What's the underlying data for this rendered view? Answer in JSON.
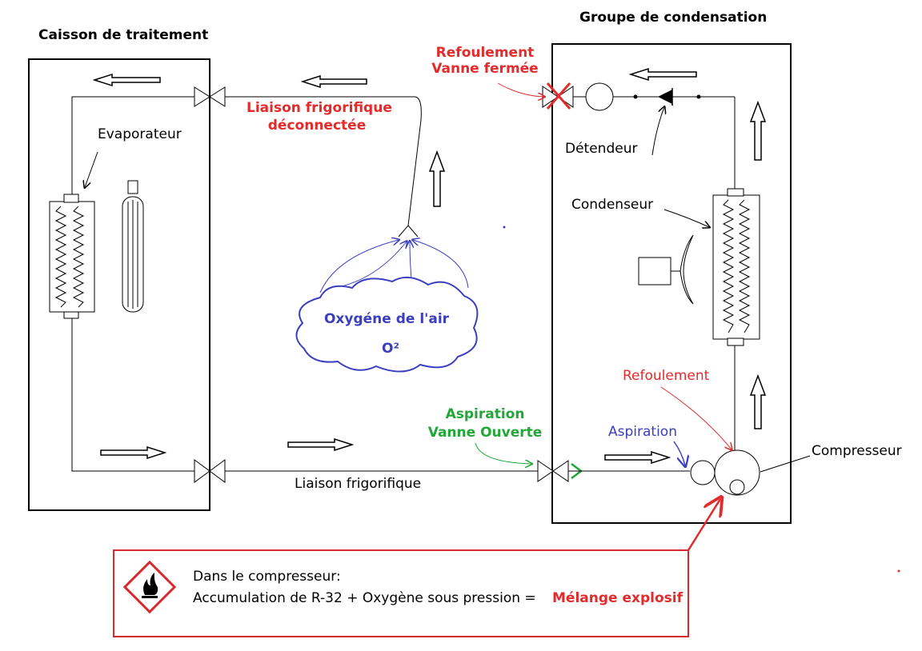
{
  "titles": {
    "treatment_box": "Caisson de traitement",
    "condensing_unit": "Groupe de condensation"
  },
  "labels": {
    "evaporator": "Evaporateur",
    "link_disconnected_1": "Liaison frigorifique",
    "link_disconnected_2": "déconnectée",
    "discharge_closed_1": "Refoulement",
    "discharge_closed_2": "Vanne fermée",
    "expansion_valve": "Détendeur",
    "condenser": "Condenseur",
    "oxygen_1": "Oxygéne de l'air",
    "oxygen_2": "O²",
    "discharge": "Refoulement",
    "suction_open_1": "Aspiration",
    "suction_open_2": "Vanne Ouverte",
    "suction": "Aspiration",
    "compressor": "Compresseur",
    "link_bottom": "Liaison frigorifique"
  },
  "warning": {
    "line1": "Dans le compresseur:",
    "line2": "Accumulation de R-32 + Oxygène sous pression =",
    "emphasis": "Mélange explosif",
    "icon": "flammable-hazard-icon"
  },
  "colors": {
    "red": "#e32b2b",
    "blue": "#3b3fbf",
    "green": "#22a637",
    "line": "#000000"
  }
}
